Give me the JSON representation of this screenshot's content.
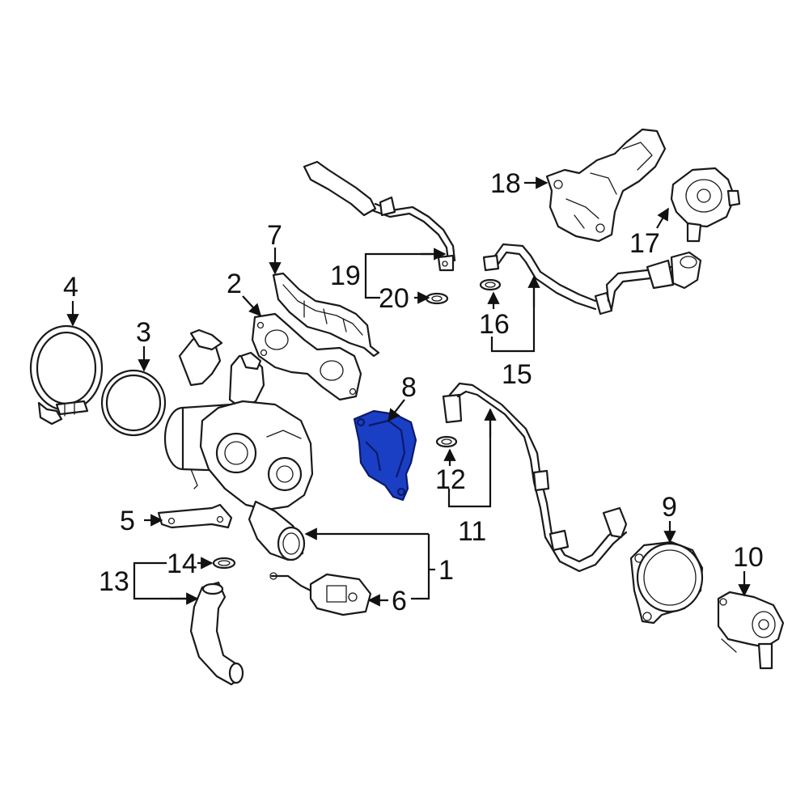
{
  "highlight_color": "#1b3fc4",
  "ink_color": "#1a1a1a",
  "callouts": {
    "c1": "1",
    "c2": "2",
    "c3": "3",
    "c4": "4",
    "c5": "5",
    "c6": "6",
    "c7": "7",
    "c8": "8",
    "c9": "9",
    "c10": "10",
    "c11": "11",
    "c12": "12",
    "c13": "13",
    "c14": "14",
    "c15": "15",
    "c16": "16",
    "c17": "17",
    "c18": "18",
    "c19": "19",
    "c20": "20"
  }
}
